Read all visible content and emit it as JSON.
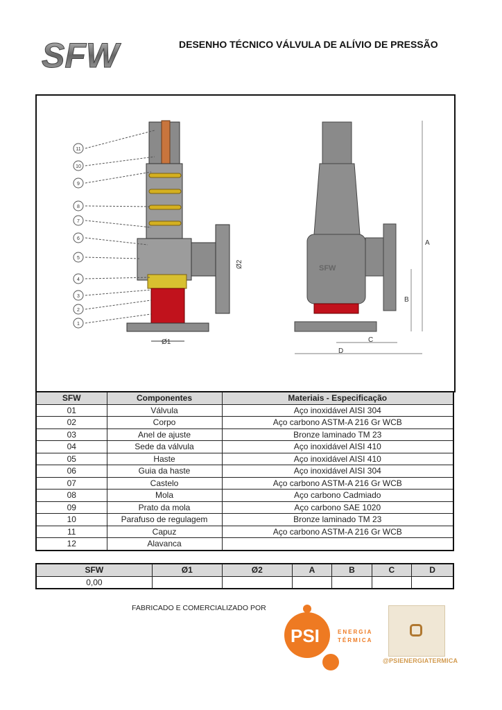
{
  "header": {
    "logo_text": "SFW",
    "title": "DESENHO TÉCNICO VÁLVULA DE ALÍVIO DE PRESSÃO"
  },
  "drawing": {
    "callouts": [
      "11",
      "10",
      "9",
      "8",
      "7",
      "6",
      "5",
      "4",
      "3",
      "2",
      "1"
    ],
    "dims": [
      "Ø1",
      "Ø2",
      "A",
      "B",
      "C",
      "D"
    ],
    "body_mark": "SFW"
  },
  "components": {
    "headers": [
      "SFW",
      "Componentes",
      "Materiais - Especificação"
    ],
    "rows": [
      [
        "01",
        "Válvula",
        "Aço inoxidável AISI 304"
      ],
      [
        "02",
        "Corpo",
        "Aço carbono ASTM-A 216 Gr WCB"
      ],
      [
        "03",
        "Anel de ajuste",
        "Bronze laminado TM 23"
      ],
      [
        "04",
        "Sede da válvula",
        "Aço inoxidável AISI 410"
      ],
      [
        "05",
        "Haste",
        "Aço inoxidável AISI 410"
      ],
      [
        "06",
        "Guia da haste",
        "Aço inoxidável AISI 304"
      ],
      [
        "07",
        "Castelo",
        "Aço carbono ASTM-A 216 Gr WCB"
      ],
      [
        "08",
        "Mola",
        "Aço carbono Cadmiado"
      ],
      [
        "09",
        "Prato da mola",
        "Aço carbono SAE 1020"
      ],
      [
        "10",
        "Parafuso de regulagem",
        "Bronze laminado TM 23"
      ],
      [
        "11",
        "Capuz",
        "Aço carbono ASTM-A 216 Gr WCB"
      ],
      [
        "12",
        "Alavanca",
        ""
      ]
    ]
  },
  "dimensions": {
    "headers": [
      "SFW",
      "Ø1",
      "Ø2",
      "A",
      "B",
      "C",
      "D"
    ],
    "row": [
      "0,00",
      "",
      "",
      "",
      "",
      "",
      ""
    ]
  },
  "footer": {
    "made_by": "FABRICADO E COMERCIALIZADO POR",
    "brand": "PSI",
    "brand_line1": "ENERGIA",
    "brand_line2": "TÉRMICA",
    "handle": "@PSIENERGIATERMICA"
  }
}
